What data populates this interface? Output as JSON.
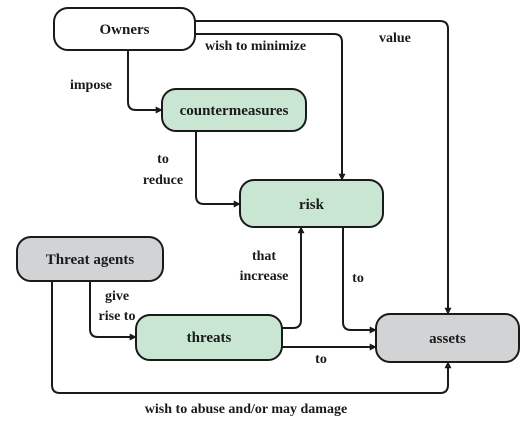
{
  "colors": {
    "owners_fill": "#ffffff",
    "green_fill": "#c8e6d2",
    "gray_fill": "#d2d3d5",
    "stroke": "#1a1a1a"
  },
  "nodes": {
    "owners": "Owners",
    "countermeasures": "countermeasures",
    "risk": "risk",
    "threat_agents": "Threat agents",
    "threats": "threats",
    "assets": "assets"
  },
  "edges": {
    "wish_to_minimize": "wish to minimize",
    "value": "value",
    "impose": "impose",
    "to_reduce_1": "to",
    "to_reduce_2": "reduce",
    "that_increase_1": "that",
    "that_increase_2": "increase",
    "risk_to_assets": "to",
    "give_rise_to_1": "give",
    "give_rise_to_2": "rise to",
    "threats_to_assets": "to",
    "wish_to_abuse": "wish to abuse and/or may damage"
  }
}
